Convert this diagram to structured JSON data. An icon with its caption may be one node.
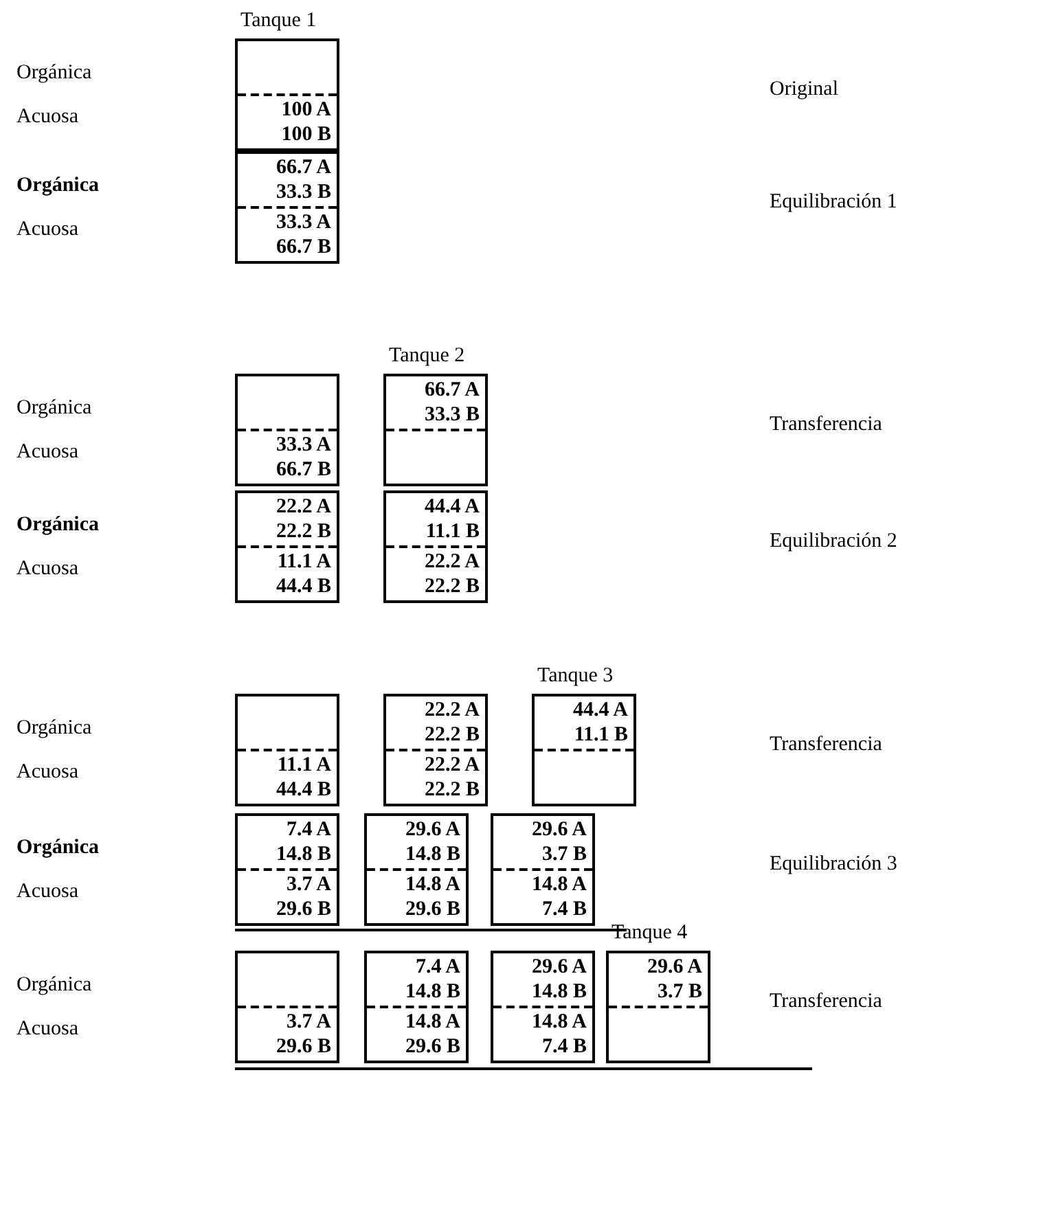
{
  "diagram": {
    "nodes": [
      {
        "text": [],
        "shape": "box",
        "beside": [
          "Tanque 1"
        ]
      },
      {
        "text": [],
        "shape": "box",
        "in": 0
      },
      {
        "text": [
          "100 A",
          "100 B"
        ],
        "in": 0
      },
      {
        "text": [],
        "shape": "box"
      },
      {
        "text": [
          "66.7 A",
          "33.3 B"
        ],
        "in": 3
      },
      {
        "text": [
          "33.3 A",
          "66.7 B"
        ],
        "in": 3
      },
      {
        "text": [],
        "shape": "box"
      },
      {
        "text": [],
        "shape": "box",
        "in": 6
      },
      {
        "text": [
          "33.3 A",
          "66.7 B"
        ],
        "in": 6
      },
      {
        "text": [],
        "shape": "box",
        "beside": [
          "Tanque 2"
        ]
      },
      {
        "text": [
          "66.7 A",
          "33.3 B"
        ],
        "in": 9
      },
      {
        "text": [],
        "shape": "box",
        "in": 9
      },
      {
        "text": [],
        "shape": "box"
      },
      {
        "text": [
          "22.2 A",
          "22.2 B"
        ],
        "in": 12
      },
      {
        "text": [
          "11.1 A",
          "44.4 B"
        ],
        "in": 12
      },
      {
        "text": [],
        "shape": "box"
      },
      {
        "text": [
          "44.4 A",
          "11.1 B"
        ],
        "in": 15
      },
      {
        "text": [
          "22.2 A",
          "22.2 B"
        ],
        "in": 15
      },
      {
        "text": [],
        "shape": "box"
      },
      {
        "text": [],
        "shape": "box",
        "in": 18
      },
      {
        "text": [
          "11.1 A",
          "44.4 B"
        ],
        "in": 18
      },
      {
        "text": [],
        "shape": "box"
      },
      {
        "text": [
          "22.2 A",
          "22.2 B"
        ],
        "in": 21
      },
      {
        "text": [
          "22.2 A",
          "22.2 B"
        ],
        "in": 21
      },
      {
        "text": [],
        "shape": "box",
        "beside": [
          "Tanque 3"
        ]
      },
      {
        "text": [
          "44.4 A",
          "11.1 B"
        ],
        "in": 24
      },
      {
        "text": [],
        "shape": "box",
        "in": 24
      },
      {
        "text": [],
        "shape": "box"
      },
      {
        "text": [
          "7.4 A",
          "14.8 B"
        ],
        "in": 27
      },
      {
        "text": [
          "3.7 A",
          "29.6 B"
        ],
        "in": 27
      },
      {
        "text": [],
        "shape": "box"
      },
      {
        "text": [
          "29.6 A",
          "14.8 B"
        ],
        "in": 30
      },
      {
        "text": [
          "14.8 A",
          "29.6 B"
        ],
        "in": 30
      },
      {
        "text": [],
        "shape": "box"
      },
      {
        "text": [
          "29.6 A",
          "3.7 B"
        ],
        "in": 33
      },
      {
        "text": [
          "14.8 A",
          "7.4 B"
        ],
        "in": 33
      },
      {
        "text": [],
        "shape": "box"
      },
      {
        "text": [],
        "shape": "box",
        "in": 36
      },
      {
        "text": [
          "3.7 A",
          "29.6 B"
        ],
        "in": 36
      },
      {
        "text": [],
        "shape": "box"
      },
      {
        "text": [
          "7.4 A",
          "14.8 B"
        ],
        "in": 39
      },
      {
        "text": [
          "14.8 A",
          "29.6 B"
        ],
        "in": 39
      },
      {
        "text": [],
        "shape": "box"
      },
      {
        "text": [
          "29.6 A",
          "14.8 B"
        ],
        "in": 42
      },
      {
        "text": [
          "14.8 A",
          "7.4 B"
        ],
        "in": 42
      },
      {
        "text": [],
        "shape": "box",
        "beside": [
          "Tanque 4"
        ]
      },
      {
        "text": [
          "29.6 A",
          "3.7 B"
        ],
        "in": 45
      },
      {
        "text": [],
        "shape": "box",
        "in": 45
      }
    ],
    "edges": [],
    "labels": [
      "Orgánica",
      "Acuosa",
      "Original",
      "Orgánica",
      "Acuosa",
      "Equilibración 1",
      "Orgánica",
      "Acuosa",
      "Transferencia",
      "Orgánica",
      "Acuosa",
      "Equilibración 2",
      "Orgánica",
      "Acuosa",
      "Transferencia",
      "Orgánica",
      "Acuosa",
      "Equilibración 3",
      "Orgánica",
      "Acuosa",
      "Transferencia"
    ]
  }
}
